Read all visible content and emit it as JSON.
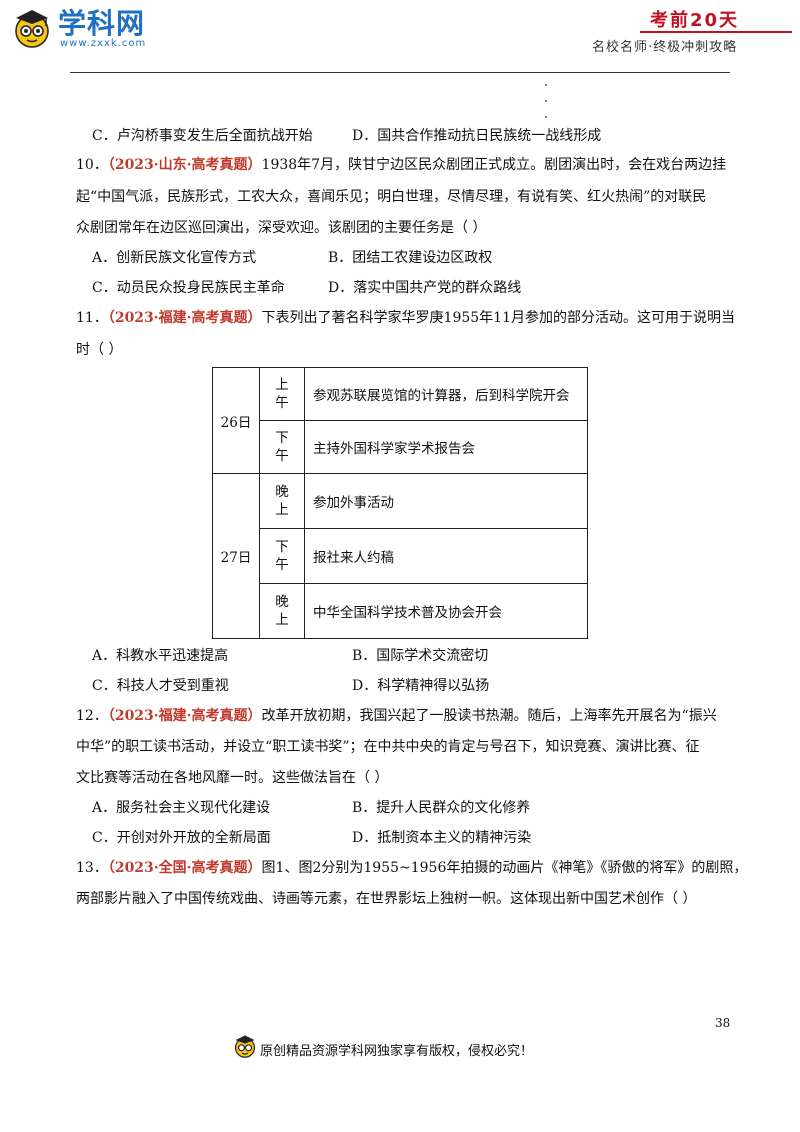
{
  "header": {
    "logo_text": "学科网",
    "logo_url": "www.zxxk.com",
    "banner": "考前20天",
    "slogan": "名校名师·终极冲刺攻略"
  },
  "q9_tail": {
    "optC": "C．卢沟桥事变发生后全面抗战开始",
    "optD": "D．国共合作推动抗日民族统一战线形成"
  },
  "q10": {
    "num": "10．",
    "source": "（2023·山东·高考真题）",
    "line1": "1938年7月，陕甘宁边区民众剧团正式成立。剧团演出时，会在戏台两边挂",
    "line2": "起“中国气派，民族形式，工农大众，喜闻乐见；明白世理，尽情尽理，有说有笑、红火热闹”的对联民",
    "line3": "众剧团常年在边区巡回演出，深受欢迎。该剧团的主要任务是（    ）",
    "optA": "A．创新民族文化宣传方式",
    "optB": "B．团结工农建设边区政权",
    "optC": "C．动员民众投身民族民主革命",
    "optD": "D．落实中国共产党的群众路线"
  },
  "q11": {
    "num": "11．",
    "source": "（2023·福建·高考真题）",
    "line1": "下表列出了著名科学家华罗庚1955年11月参加的部分活动。这可用于说明当",
    "line2": "时（    ）",
    "table": {
      "day1": "26日",
      "day2": "27日",
      "rows": [
        {
          "time1": "上",
          "time2": "午",
          "activity": "参观苏联展览馆的计算器，后到科学院开会"
        },
        {
          "time1": "下",
          "time2": "午",
          "activity": "主持外国科学家学术报告会"
        },
        {
          "time1": "晚",
          "time2": "上",
          "activity": "参加外事活动"
        },
        {
          "time1": "下",
          "time2": "午",
          "activity": "报社来人约稿"
        },
        {
          "time1": "晚",
          "time2": "上",
          "activity": "中华全国科学技术普及协会开会"
        }
      ]
    },
    "optA": "A．科教水平迅速提高",
    "optB": "B．国际学术交流密切",
    "optC": "C．科技人才受到重视",
    "optD": "D．科学精神得以弘扬"
  },
  "q12": {
    "num": "12．",
    "source": "（2023·福建·高考真题）",
    "line1": "改革开放初期，我国兴起了一股读书热潮。随后，上海率先开展名为“振兴",
    "line2": "中华”的职工读书活动，并设立“职工读书奖”；在中共中央的肯定与号召下，知识竞赛、演讲比赛、征",
    "line3": "文比赛等活动在各地风靡一时。这些做法旨在（    ）",
    "optA": "A．服务社会主义现代化建设",
    "optB": "B．提升人民群众的文化修养",
    "optC": "C．开创对外开放的全新局面",
    "optD": "D．抵制资本主义的精神污染"
  },
  "q13": {
    "num": "13．",
    "source": "（2023·全国·高考真题）",
    "line1": "图1、图2分别为1955~1956年拍摄的动画片《神笔》《骄傲的将军》的剧照，",
    "line2": "两部影片融入了中国传统戏曲、诗画等元素，在世界影坛上独树一帜。这体现出新中国艺术创作（    ）"
  },
  "footer": {
    "page_number": "38",
    "copyright": "原创精品资源学科网独家享有版权，侵权必究！"
  },
  "colors": {
    "brand_blue": "#1f6fc4",
    "banner_red": "#c1121f",
    "source_red": "#c0392b"
  }
}
